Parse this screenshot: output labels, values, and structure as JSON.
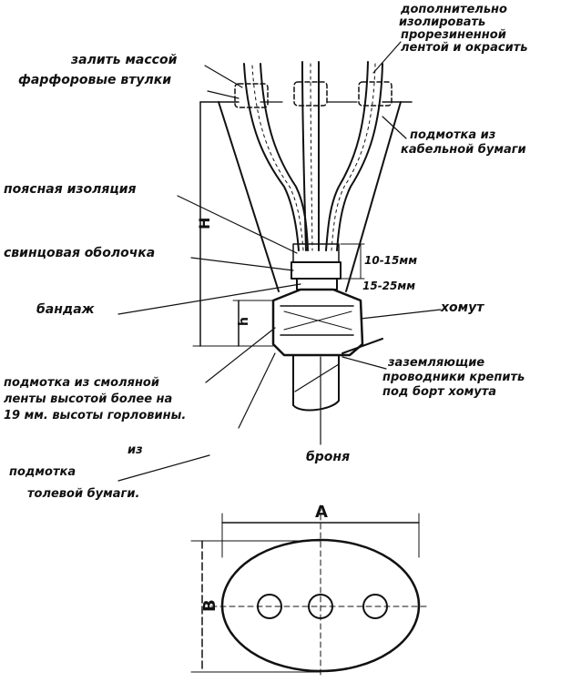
{
  "labels": {
    "extra_insulate": "дополнительно изолировать прорезиненной лентой и окрасить",
    "fill_mass": "залить массой",
    "porcelain_bushings": "фарфоровые втулки",
    "cable_paper_wrap": "подмотка из кабельной бумаги",
    "belt_insulation": "поясная изоляция",
    "lead_sheath": "свинцовая оболочка",
    "band": "бандаж",
    "clamp": "хомут",
    "ground_conductors": "заземляющие проводники крепить под борт хомута",
    "resin_tape_wrap": "подмотка из смоляной ленты высотой более на 19 мм. высоты горловины.",
    "thick_paper_wrap": "подмотка из толевой бумаги.",
    "armor": "броня"
  },
  "dimensions": {
    "H": "H",
    "h": "h",
    "gap_upper": "10-15мм",
    "gap_lower": "15-25мм",
    "A": "A",
    "B": "B"
  }
}
